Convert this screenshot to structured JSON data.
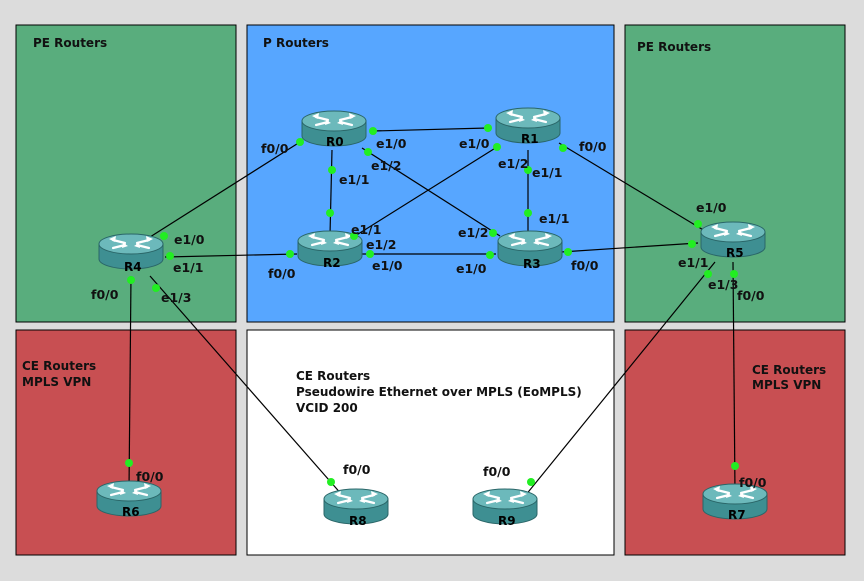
{
  "colors": {
    "background": "#dcdcdc",
    "pe_zone": "#59ad7d",
    "p_zone": "#57a6ff",
    "ce_zone": "#c84f52",
    "eompls_zone": "#ffffff",
    "link": "#000000",
    "port_dot": "#22ee22",
    "router_body": "#3e8f92",
    "router_top": "#6cb9bb"
  },
  "zones": {
    "pe_left": {
      "title": "PE Routers"
    },
    "p_core": {
      "title": "P Routers"
    },
    "pe_right": {
      "title": "PE Routers"
    },
    "ce_left": {
      "title_line1": "CE Routers",
      "title_line2": "MPLS VPN"
    },
    "ce_eompls": {
      "title_line1": "CE Routers",
      "title_line2": "Pseudowire Ethernet over MPLS (EoMPLS)",
      "title_line3": "VCID 200"
    },
    "ce_right": {
      "title_line1": "CE Routers",
      "title_line2": "MPLS VPN"
    }
  },
  "routers": [
    {
      "id": "r0",
      "name": "R0",
      "icon": "router-icon"
    },
    {
      "id": "r1",
      "name": "R1",
      "icon": "router-icon"
    },
    {
      "id": "r2",
      "name": "R2",
      "icon": "router-icon"
    },
    {
      "id": "r3",
      "name": "R3",
      "icon": "router-icon"
    },
    {
      "id": "r4",
      "name": "R4",
      "icon": "router-icon"
    },
    {
      "id": "r5",
      "name": "R5",
      "icon": "router-icon"
    },
    {
      "id": "r6",
      "name": "R6",
      "icon": "router-icon"
    },
    {
      "id": "r7",
      "name": "R7",
      "icon": "router-icon"
    },
    {
      "id": "r8",
      "name": "R8",
      "icon": "router-icon"
    },
    {
      "id": "r9",
      "name": "R9",
      "icon": "router-icon"
    }
  ],
  "links": [
    {
      "from": "R0",
      "from_port": "e1/0",
      "to": "R1",
      "to_port": "e1/0"
    },
    {
      "from": "R0",
      "from_port": "e1/1",
      "to": "R2",
      "to_port": "e1/1"
    },
    {
      "from": "R0",
      "from_port": "e1/2",
      "to": "R3",
      "to_port": "e1/2"
    },
    {
      "from": "R0",
      "from_port": "f0/0",
      "to": "R4",
      "to_port": "e1/0"
    },
    {
      "from": "R1",
      "from_port": "e1/2",
      "to": "R2",
      "to_port": "e1/2"
    },
    {
      "from": "R1",
      "from_port": "e1/1",
      "to": "R3",
      "to_port": "e1/1"
    },
    {
      "from": "R1",
      "from_port": "f0/0",
      "to": "R5",
      "to_port": "e1/0"
    },
    {
      "from": "R2",
      "from_port": "f0/0",
      "to": "R4",
      "to_port": "e1/1"
    },
    {
      "from": "R2",
      "from_port": "e1/0",
      "to": "R3",
      "to_port": "e1/0"
    },
    {
      "from": "R3",
      "from_port": "f0/0",
      "to": "R5",
      "to_port": "e1/1"
    },
    {
      "from": "R4",
      "from_port": "f0/0",
      "to": "R6",
      "to_port": "f0/0"
    },
    {
      "from": "R4",
      "from_port": "e1/3",
      "to": "R8",
      "to_port": "f0/0"
    },
    {
      "from": "R5",
      "from_port": "e1/3",
      "to": "R9",
      "to_port": "f0/0"
    },
    {
      "from": "R5",
      "from_port": "f0/0",
      "to": "R7",
      "to_port": "f0/0"
    }
  ]
}
